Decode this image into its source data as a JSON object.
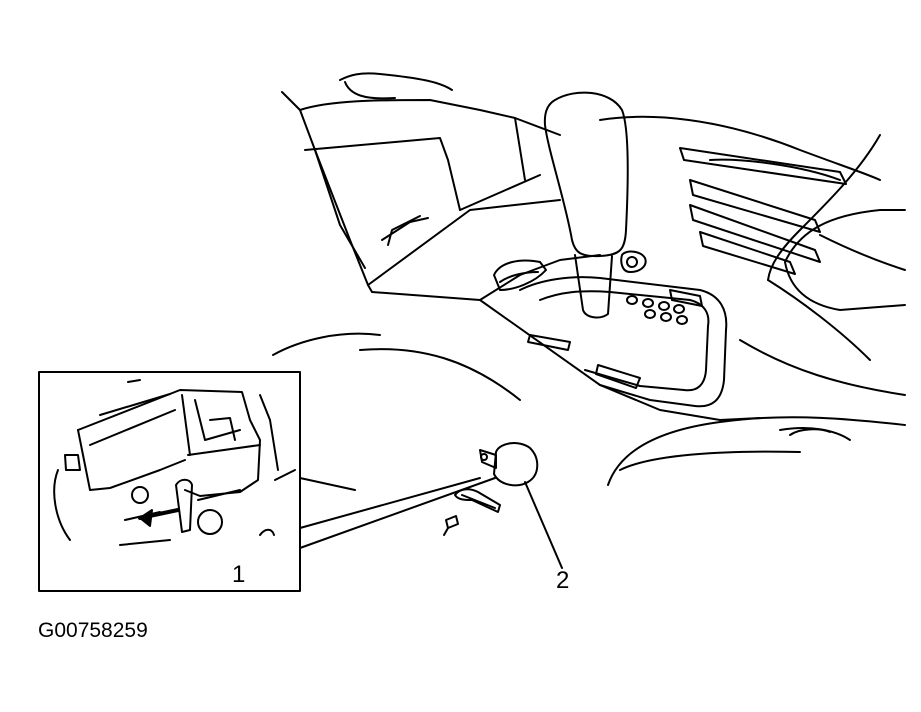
{
  "figure": {
    "id": "G00758259",
    "callouts": [
      {
        "label": "1"
      },
      {
        "label": "2"
      }
    ]
  },
  "colors": {
    "ink": "#000000",
    "paper": "#ffffff"
  }
}
